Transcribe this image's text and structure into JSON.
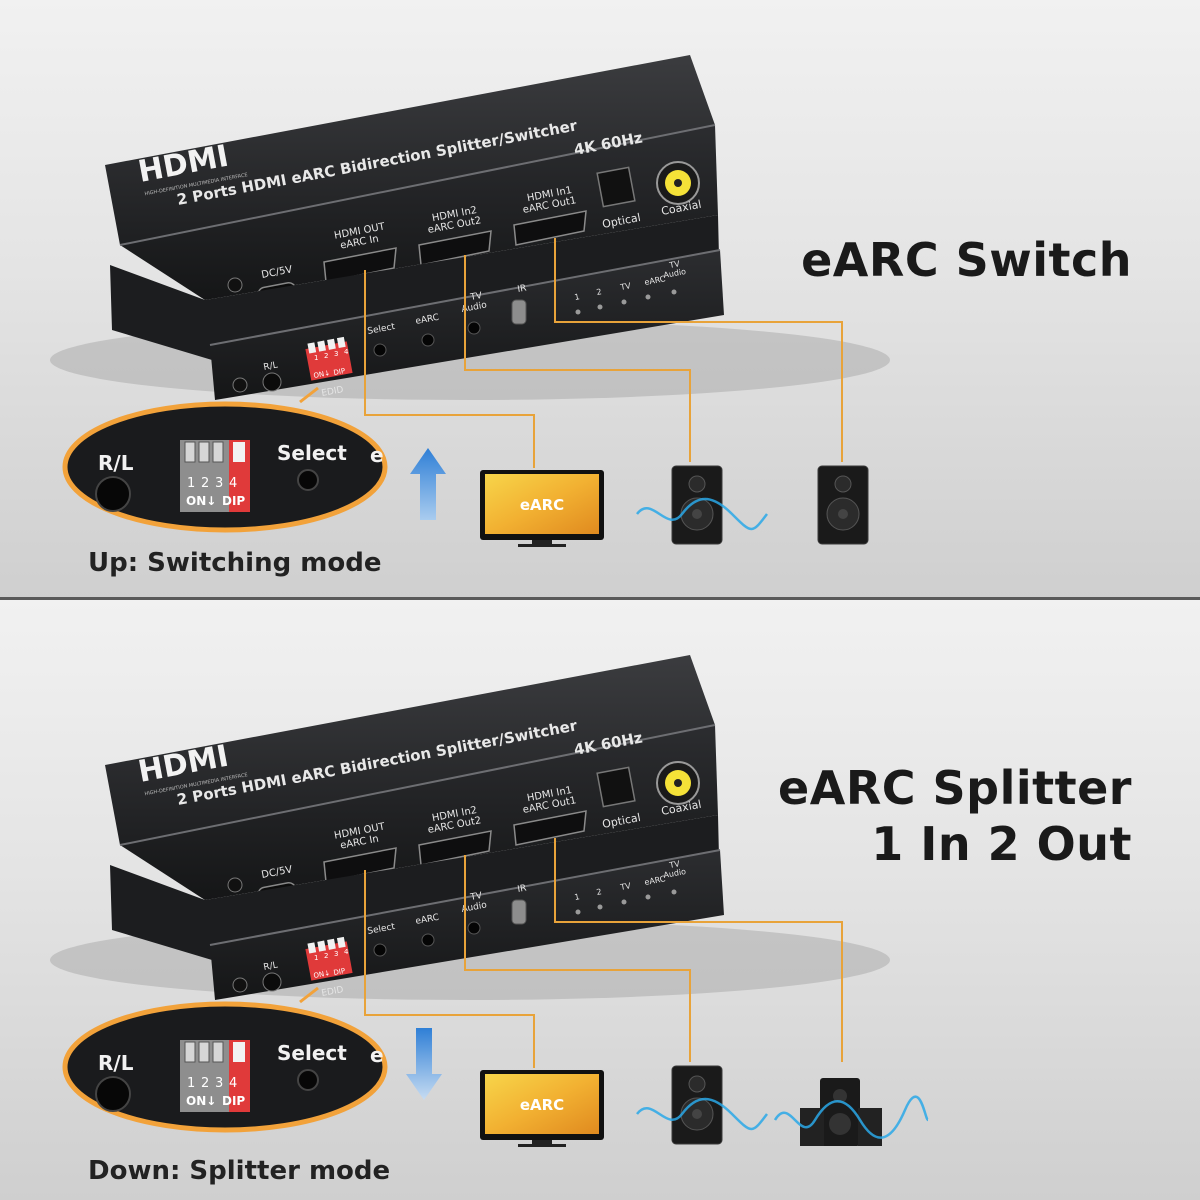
{
  "device": {
    "brand": "HDMI",
    "brand_tagline": "HIGH-DEFINITION MULTIMEDIA INTERFACE",
    "model": "2 Ports HDMI eARC Bidirection Splitter/Switcher",
    "resolution": "4K 60Hz",
    "port_hdmi_out": [
      "HDMI OUT",
      "eARC In"
    ],
    "port_hdmi_in2": [
      "HDMI In2",
      "eARC Out2"
    ],
    "port_hdmi_in1": [
      "HDMI In1",
      "eARC Out1"
    ],
    "port_optical": "Optical",
    "port_coaxial": "Coaxial",
    "port_dc": "DC/5V",
    "port_ir": "IR",
    "port_rl": "R/L",
    "btn_select": "Select",
    "btn_earc": "eARC",
    "btn_tv_audio": [
      "TV",
      "Audio"
    ],
    "led_labels": [
      "1",
      "2",
      "TV",
      "eARC"
    ],
    "led_tv_audio": [
      "TV",
      "Audio"
    ],
    "dip_numbers": [
      "1",
      "2",
      "3",
      "4"
    ],
    "dip_on": "ON↓",
    "dip_dip": "DIP",
    "edid": "EDID"
  },
  "zoom": {
    "rl": "R/L",
    "select": "Select",
    "partial": "e",
    "dip_numbers": [
      "1",
      "2",
      "3",
      "4"
    ],
    "dip_on": "ON↓",
    "dip_dip": "DIP"
  },
  "tv_label": "eARC",
  "panels": [
    {
      "title_lines": [
        "eARC Switch"
      ],
      "mode": "Up: Switching mode",
      "arrow": "up"
    },
    {
      "title_lines": [
        "eARC Splitter",
        "1 In 2 Out"
      ],
      "mode": "Down: Splitter mode",
      "arrow": "down"
    }
  ],
  "colors": {
    "device": "#2b2c2e",
    "connector_line": "#e8a33a",
    "dip_switch": "#e03a3a",
    "zoom_ring": "#f2a23a",
    "arrow_blue": "#3a86d8",
    "wave": "#2aa8e8",
    "tv_screen": "#f2c23a"
  }
}
